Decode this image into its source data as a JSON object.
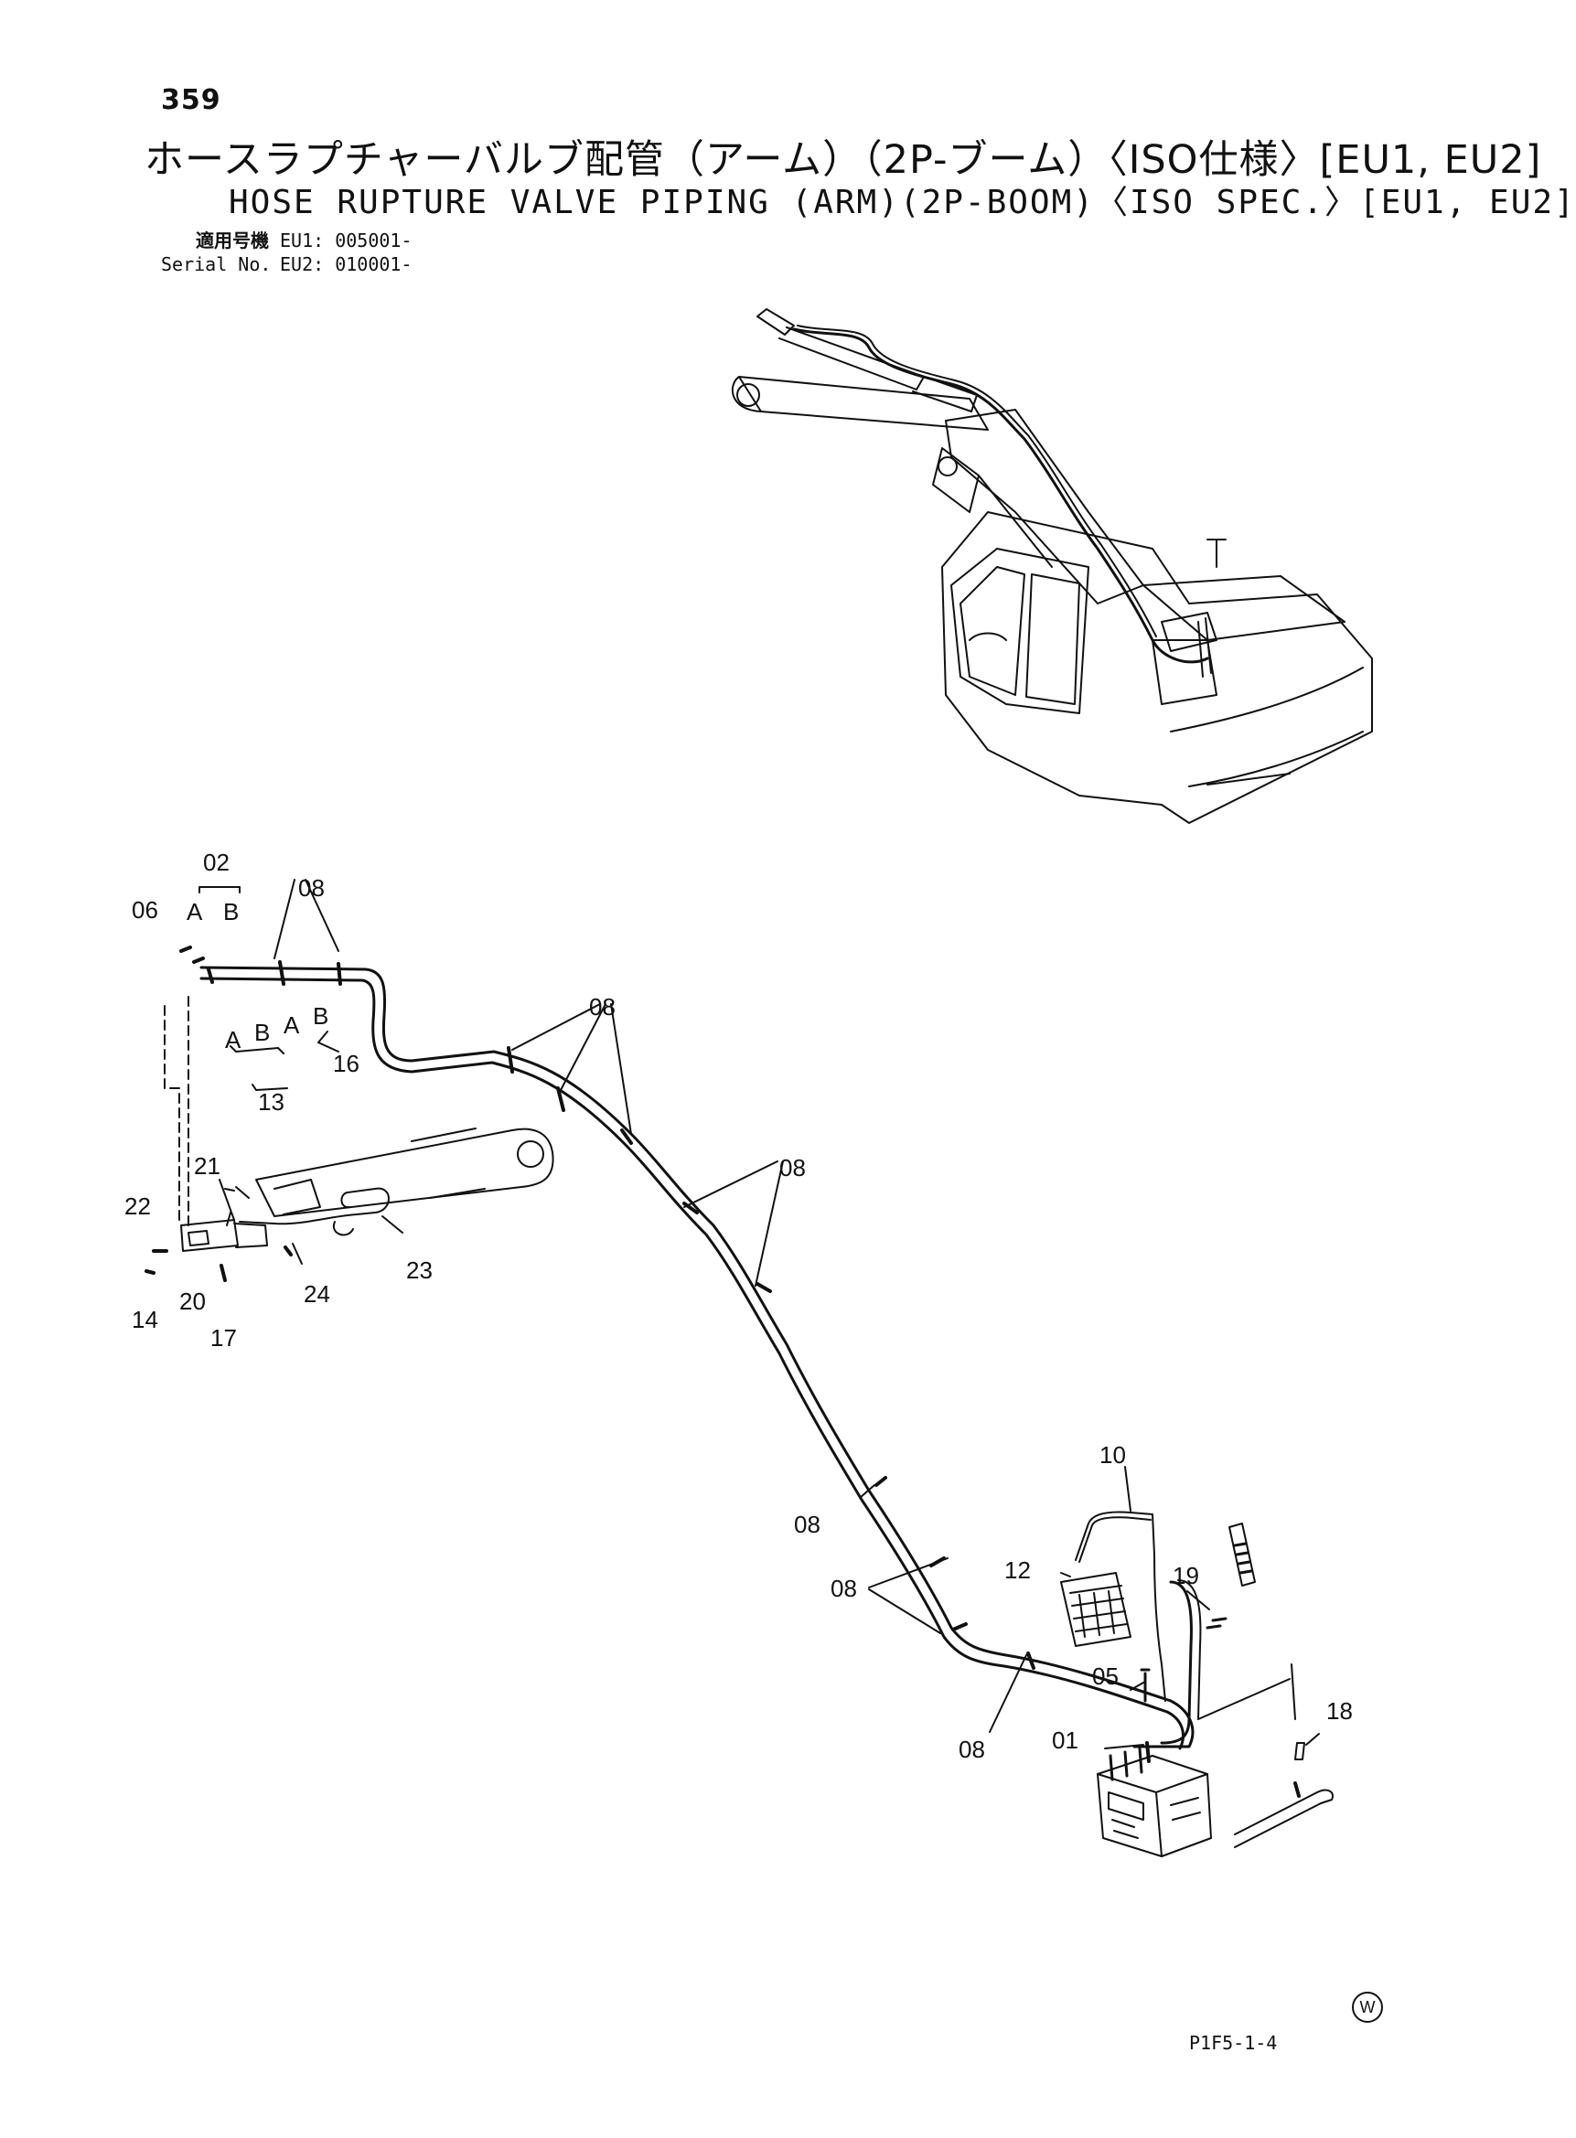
{
  "header": {
    "page_number": "359",
    "title_jp": "ホースラプチャーバルブ配管（アーム）（2P-ブーム）〈ISO仕様〉[EU1, EU2]",
    "title_en": "HOSE RUPTURE VALVE PIPING (ARM)(2P-BOOM)〈ISO SPEC.〉[EU1, EU2]",
    "serial_label_jp": "適用号機",
    "serial_label_en": "Serial No.",
    "serial_eu1": "EU1: 005001-",
    "serial_eu2": "EU2: 010001-"
  },
  "labels": {
    "p01": "01",
    "p02": "02",
    "p05": "05",
    "p06": "06",
    "p08a": "08",
    "p08b": "08",
    "p08c": "08",
    "p08d": "08",
    "p08e": "08",
    "p08f": "08",
    "p10": "10",
    "p12": "12",
    "p13": "13",
    "p14": "14",
    "p16": "16",
    "p17": "17",
    "p18": "18",
    "p19": "19",
    "p20": "20",
    "p21": "21",
    "p22": "22",
    "p23": "23",
    "p24": "24",
    "a1": "A",
    "b1": "B",
    "a2": "A",
    "b2": "B",
    "a3": "A",
    "b3": "B"
  },
  "footer": {
    "drawing_code": "P1F5-1-4",
    "watermark_letter": "W"
  }
}
